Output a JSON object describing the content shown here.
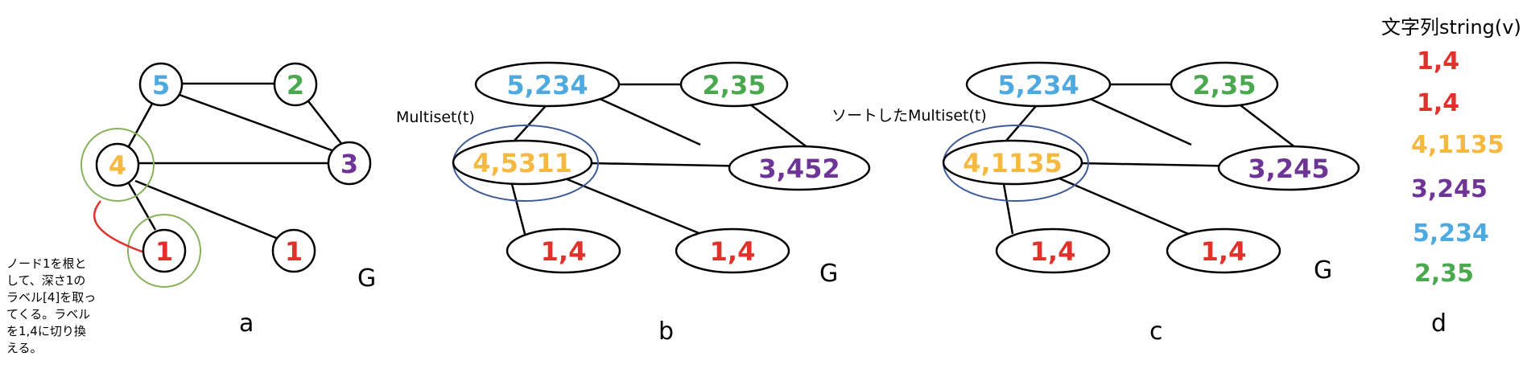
{
  "colors": {
    "red": "#e0312b",
    "green": "#4aa84f",
    "blue": "#4ea9e0",
    "yellow": "#f5b941",
    "purple": "#6e3496",
    "ring_green": "#86b25a",
    "ring_blue": "#3c5a97",
    "edge": "#000000"
  },
  "panel_a": {
    "caption": "a",
    "graph_label": "G",
    "nodes": {
      "n5": "5",
      "n2": "2",
      "n4": "4",
      "n3": "3",
      "n1a": "1",
      "n1b": "1"
    },
    "note_lines": [
      "ノード1を根と",
      "して、深さ1の",
      "ラベル[4]を取っ",
      "てくる。ラベル",
      "を1,4に切り換",
      "える。"
    ]
  },
  "panel_b": {
    "caption": "b",
    "graph_label": "G",
    "annotation": "Multiset(t)",
    "nodes": {
      "n5": "5,234",
      "n2": "2,35",
      "n4": "4,5311",
      "n3": "3,452",
      "n1a": "1,4",
      "n1b": "1,4"
    }
  },
  "panel_c": {
    "caption": "c",
    "graph_label": "G",
    "annotation": "ソートしたMultiset(t)",
    "nodes": {
      "n5": "5,234",
      "n2": "2,35",
      "n4": "4,1135",
      "n3": "3,245",
      "n1a": "1,4",
      "n1b": "1,4"
    }
  },
  "panel_d": {
    "caption": "d",
    "header": "文字列string(v)",
    "items": [
      "1,4",
      "1,4",
      "4,1135",
      "3,245",
      "5,234",
      "2,35"
    ]
  }
}
